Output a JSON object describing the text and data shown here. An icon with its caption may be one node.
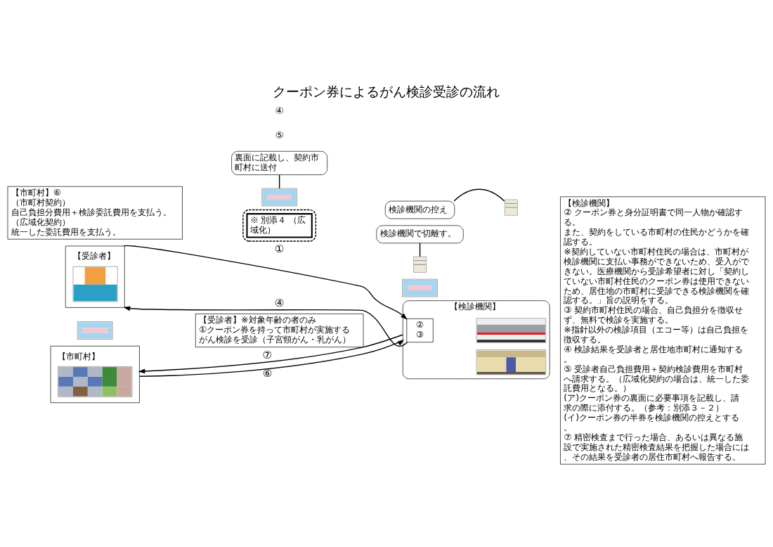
{
  "diagram": {
    "title": "クーポン券によるがん検診受診の流れ",
    "nodes": [
      {
        "text": [
          "【受診者】"
        ]
      },
      {
        "text": [],
        "shape": "picture"
      },
      {
        "text": [
          "【受診者】※対象年齢の者のみ",
          "①クーポン券を持って市町村が実施するがん検診を受診（子宮頸がん・乳がん）"
        ]
      },
      {
        "text": [
          "【検診機関】"
        ]
      },
      {
        "text": [
          "②",
          "③"
        ],
        "in": 3
      },
      {
        "text": [],
        "shape": "picture",
        "in": 3
      },
      {
        "text": [],
        "shape": "picture",
        "in": 3
      },
      {
        "text": [],
        "shape": "picture"
      },
      {
        "text": [],
        "shape": "picture"
      },
      {
        "text": [
          "検診機関で切離す。"
        ]
      },
      {
        "text": [],
        "shape": "box"
      },
      {
        "text": [
          "※ 別添４ （広域化）"
        ],
        "in": 10
      },
      {
        "text": [
          "検診機関の控え"
        ]
      },
      {
        "text": [],
        "shape": "picture"
      },
      {
        "text": [
          "【市町村】"
        ]
      },
      {
        "text": [
          "【検診機関】",
          "② クーポン券と身分証明書で同一人物か確認する。",
          "また、契約をしている市町村の住民かどうかを確認する。",
          "※契約していない市町村住民の場合は、市町村が検診機関に支払い事務ができないため、受入ができない。医療機関から受診希望者に対し「契約していない市町村住民のクーポン券は使用できないため、居住地の市町村に受診できる検診機関を確認する。」旨の説明をする。",
          "③ 契約市町村住民の場合、自己負担分を徴収せず、無料で検診を実施する。",
          "※指針以外の検診項目（エコー等）は自己負担を徴収する。",
          "④ 検診結果を受診者と居住地市町村に通知する。",
          "⑤ 受診者自己負担費用＋契約検診費用を市町村へ請求する。（広域化契約の場合は、統一した委託費用となる。）",
          "(ア)クーポン券の裏面に必要事項を記載し、請求の際に添付する。（参考：別添３－２）",
          "(イ)クーポン券の半券を検診機関の控えとする。",
          "⑦ 精密検査まで行った場合、あるいは異なる施設で実施された精密検査結果を把握した場合には、その結果を受診者の居住市町村へ報告する。"
        ]
      },
      {
        "text": [],
        "shape": "picture"
      },
      {
        "text": [
          "裏面に記載し、契約市町村に送付"
        ]
      },
      {
        "text": [
          "【市町村】⑥",
          "（市町村契約）",
          "自己負担分費用＋検診委託費用を支払う。",
          "（広域化契約）",
          "統一した委託費用を支払う。"
        ]
      }
    ],
    "edges": [
      {
        "from": 0,
        "to": 4,
        "arrow": "to",
        "label": "①"
      },
      {
        "from": 4,
        "to": 0,
        "arrow": "to",
        "label": "④"
      },
      {
        "from": 14,
        "to": 3,
        "arrow": "to",
        "label": "⑥"
      },
      {
        "from": 3,
        "to": 14,
        "arrow": "to",
        "label": "⑦"
      },
      {
        "from": 9,
        "to": 8,
        "arrow": "none"
      },
      {
        "from": 12,
        "to": 13,
        "arrow": "none"
      },
      {
        "from": 17,
        "to": 16,
        "arrow": "none"
      }
    ],
    "labels": [
      "⑤",
      "④"
    ]
  }
}
